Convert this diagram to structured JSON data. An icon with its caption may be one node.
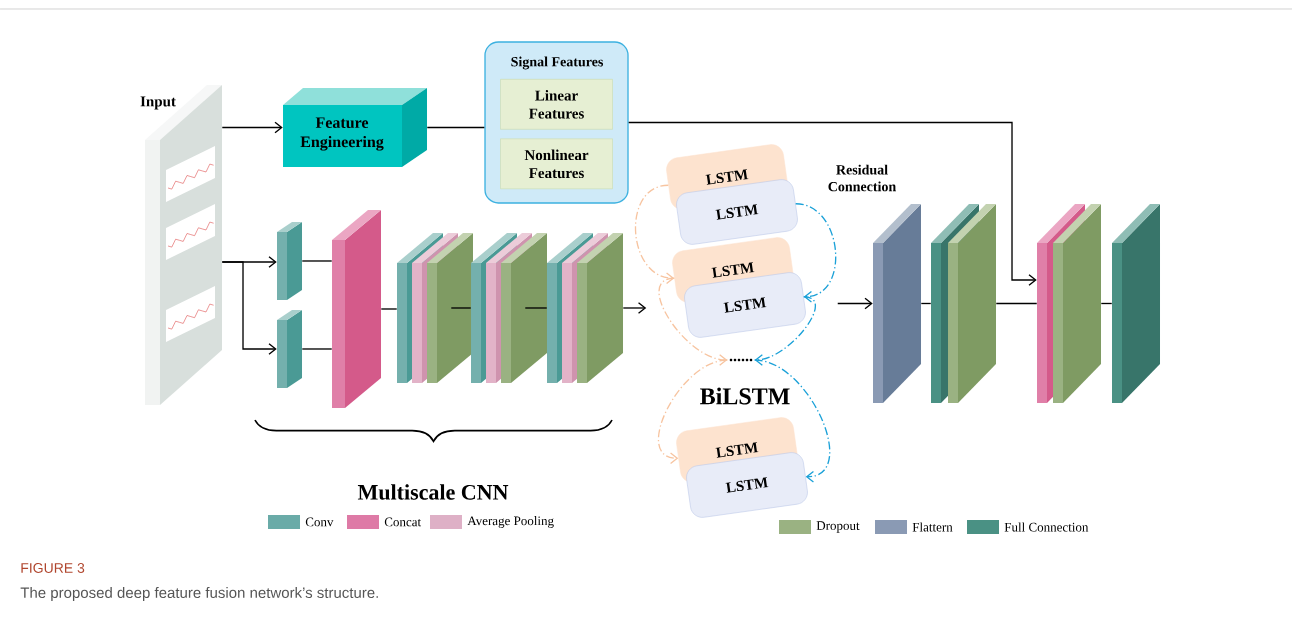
{
  "diagram": {
    "title": "FIGURE 3",
    "caption": "The proposed deep feature fusion network’s structure.",
    "nodes": [
      {
        "text": [
          "Input"
        ]
      },
      {
        "text": [
          "Feature Engineering"
        ]
      },
      {
        "text": [
          "Signal Features"
        ]
      },
      {
        "text": [
          "Linear Features"
        ],
        "in": 2
      },
      {
        "text": [
          "Nonlinear Features"
        ],
        "in": 2
      },
      {
        "text": [],
        "shape": "box"
      },
      {
        "text": [],
        "shape": "box"
      },
      {
        "text": [],
        "shape": "box"
      },
      {
        "text": [],
        "shape": "box"
      },
      {
        "text": [],
        "shape": "box"
      },
      {
        "text": [],
        "shape": "box"
      },
      {
        "text": [
          "LSTM"
        ]
      },
      {
        "text": [
          "LSTM"
        ]
      },
      {
        "text": [
          "LSTM"
        ]
      },
      {
        "text": [
          "LSTM"
        ]
      },
      {
        "text": [
          "LSTM"
        ]
      },
      {
        "text": [
          "LSTM"
        ]
      },
      {
        "text": [
          "......"
        ]
      },
      {
        "text": [],
        "shape": "box"
      },
      {
        "text": [],
        "shape": "box"
      },
      {
        "text": [],
        "shape": "box"
      },
      {
        "text": [],
        "shape": "box"
      }
    ],
    "edges": [
      {
        "from": 0,
        "to": 1,
        "arrow": "to"
      },
      {
        "from": 1,
        "to": 2,
        "arrow": "none"
      },
      {
        "from": 2,
        "to": 20,
        "arrow": "to"
      },
      {
        "from": 0,
        "to": 5,
        "arrow": "to"
      },
      {
        "from": 0,
        "to": 6,
        "arrow": "to"
      },
      {
        "from": 5,
        "to": 7,
        "arrow": "none"
      },
      {
        "from": 6,
        "to": 7,
        "arrow": "none"
      },
      {
        "from": 7,
        "to": 8,
        "arrow": "none"
      },
      {
        "from": 8,
        "to": 9,
        "arrow": "none"
      },
      {
        "from": 9,
        "to": 10,
        "arrow": "none"
      },
      {
        "from": 10,
        "to": null,
        "arrow": "to"
      },
      {
        "from": 11,
        "to": 13,
        "arrow": "to",
        "style": "dashed",
        "color": "#f7c4a0"
      },
      {
        "from": 13,
        "to": 17,
        "arrow": "to",
        "style": "dashed",
        "color": "#f7c4a0"
      },
      {
        "from": 17,
        "to": 15,
        "arrow": "to",
        "style": "dashed",
        "color": "#f7c4a0"
      },
      {
        "from": 12,
        "to": 14,
        "arrow": "to",
        "style": "dashed",
        "color": "#1ba1d8"
      },
      {
        "from": 14,
        "to": 17,
        "arrow": "to",
        "style": "dashed",
        "color": "#1ba1d8"
      },
      {
        "from": 17,
        "to": 16,
        "arrow": "to",
        "style": "dashed",
        "color": "#1ba1d8"
      },
      {
        "from": null,
        "to": 18,
        "arrow": "to"
      },
      {
        "from": 18,
        "to": 19,
        "arrow": "none"
      },
      {
        "from": 19,
        "to": 20,
        "arrow": "none"
      },
      {
        "from": 20,
        "to": 21,
        "arrow": "none"
      }
    ],
    "labels": [
      "Residual Connection",
      "BiLSTM",
      "Multiscale CNN"
    ],
    "legend": [
      {
        "text": "Conv",
        "color": "#6aaba8"
      },
      {
        "text": "Concat",
        "color": "#de7aa6"
      },
      {
        "text": "Average Pooling",
        "color": "#deb0c6"
      },
      {
        "text": "Dropout",
        "color": "#9ab282"
      },
      {
        "text": "Flattern",
        "color": "#8a9ab4"
      },
      {
        "text": "Full Connection",
        "color": "#4a9184"
      }
    ]
  }
}
